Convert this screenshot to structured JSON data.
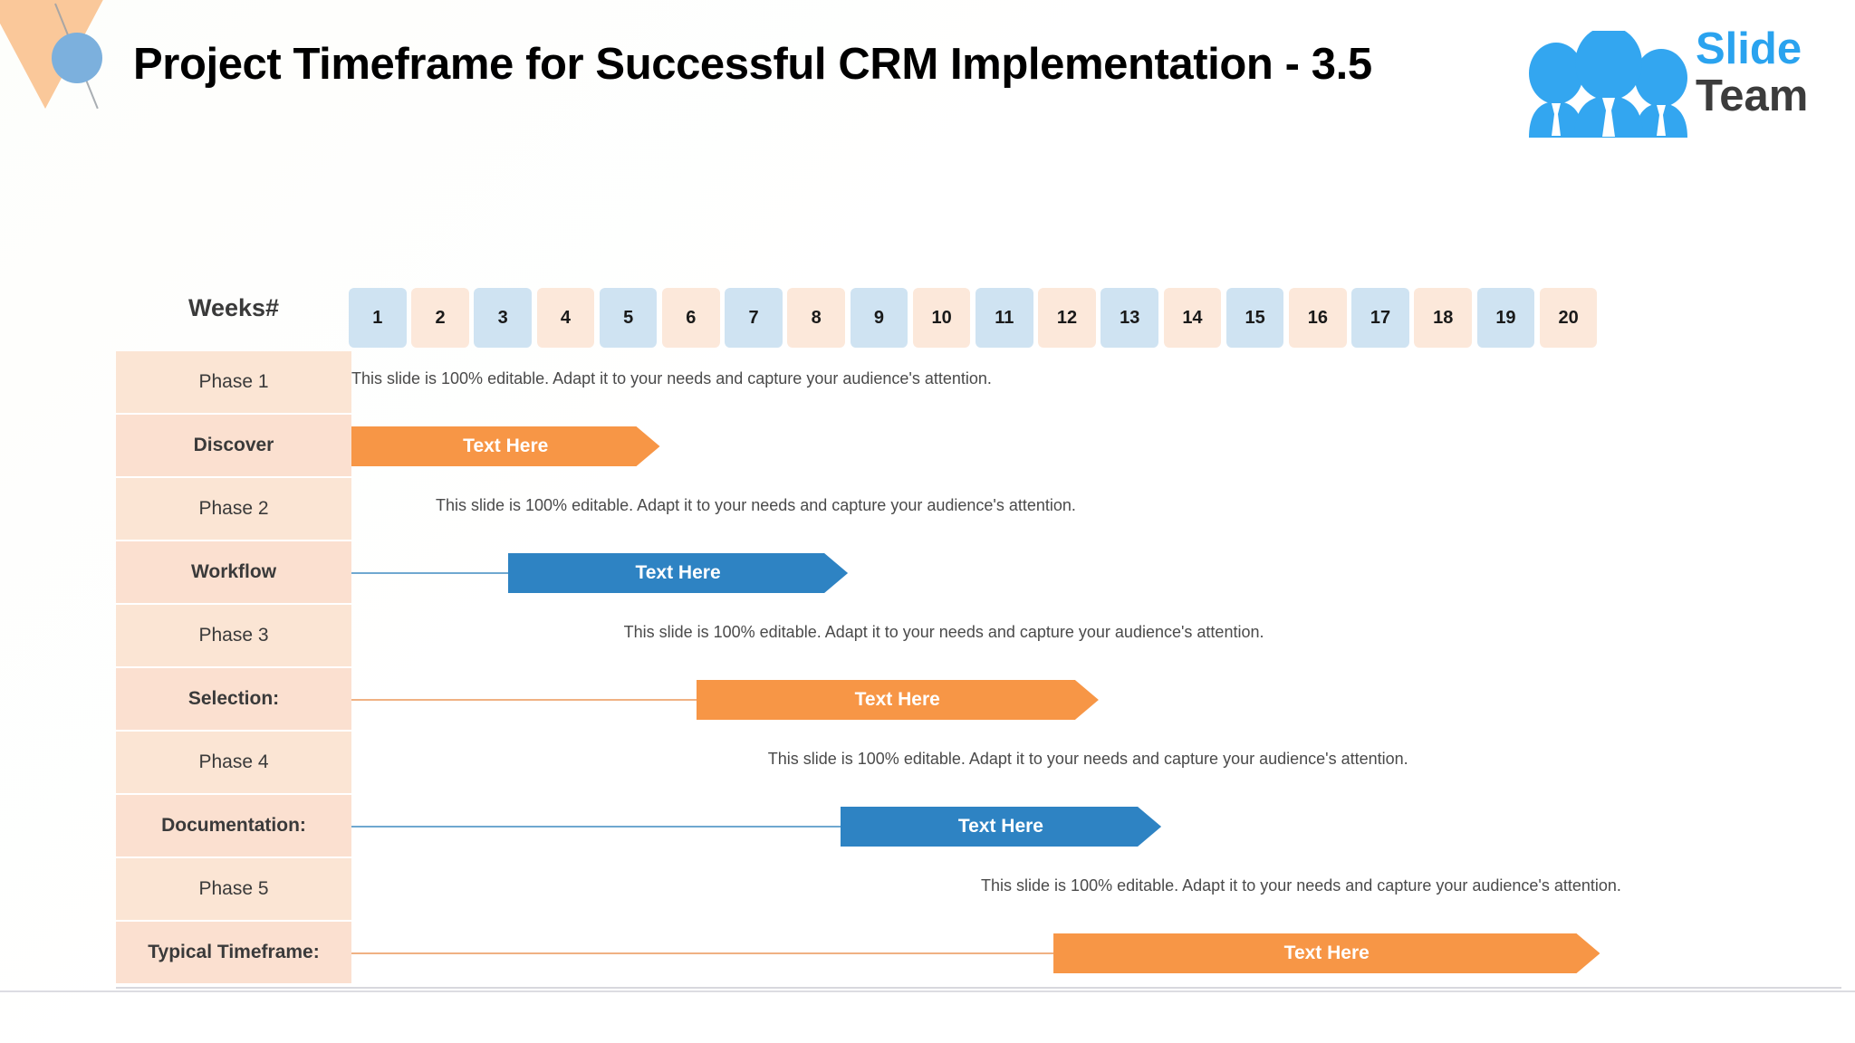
{
  "header": {
    "title": "Project Timeframe for Successful CRM Implementation - 3.5",
    "logo": {
      "word1": "Slide",
      "word2": "Team",
      "icon": "people-group-icon",
      "blue": "#2aa3ef",
      "dark": "#3c3c3c"
    }
  },
  "colors": {
    "week_blue": "#cfe3f2",
    "week_peach": "#fce8da",
    "sidebar_phase": "#fbe5d4",
    "sidebar_task": "#fbe0d0",
    "bar_orange": "#f79646",
    "bar_blue": "#2e83c3",
    "connector_orange": "#f0b183",
    "connector_blue": "#6fa8d0",
    "text_dark": "#3a3a3a"
  },
  "chart_data": {
    "type": "bar",
    "title": "Project Timeframe for Successful CRM Implementation - 3.5",
    "xlabel": "Weeks#",
    "ylabel": "",
    "axis_header": "Weeks#",
    "grid": false,
    "legend": "none",
    "xlim": [
      1,
      20
    ],
    "categories": [
      "1",
      "2",
      "3",
      "4",
      "5",
      "6",
      "7",
      "8",
      "9",
      "10",
      "11",
      "12",
      "13",
      "14",
      "15",
      "16",
      "17",
      "18",
      "19",
      "20"
    ],
    "week_colors": [
      "blue",
      "peach",
      "blue",
      "peach",
      "blue",
      "peach",
      "blue",
      "peach",
      "blue",
      "peach",
      "blue",
      "peach",
      "blue",
      "peach",
      "blue",
      "peach",
      "blue",
      "peach",
      "blue",
      "peach"
    ],
    "rows": [
      {
        "phase_label": "Phase 1",
        "task_label": "Discover",
        "bar_text": "Text Here",
        "bar_color": "orange",
        "start_week": 1,
        "end_week": 5,
        "description": "This slide is 100% editable. Adapt it to your needs  and capture your audience's attention."
      },
      {
        "phase_label": "Phase 2",
        "task_label": "Workflow",
        "bar_text": "Text Here",
        "bar_color": "blue",
        "start_week": 3.5,
        "end_week": 8,
        "description": "This slide is 100% editable. Adapt it to your needs  and capture your audience's attention."
      },
      {
        "phase_label": "Phase 3",
        "task_label": "Selection:",
        "bar_text": "Text Here",
        "bar_color": "orange",
        "start_week": 6.5,
        "end_week": 12,
        "description": "This slide is 100% editable. Adapt it to your needs  and capture your audience's attention."
      },
      {
        "phase_label": "Phase 4",
        "task_label": "Documentation:",
        "bar_text": "Text Here",
        "bar_color": "blue",
        "start_week": 8.8,
        "end_week": 13,
        "description": "This slide is 100% editable. Adapt it to your needs  and capture your audience's attention."
      },
      {
        "phase_label": "Phase 5",
        "task_label": "Typical Timeframe:",
        "bar_text": "Text Here",
        "bar_color": "orange",
        "start_week": 12.2,
        "end_week": 20,
        "description": "This slide is 100% editable. Adapt it to your needs  and capture your audience's attention."
      }
    ]
  }
}
